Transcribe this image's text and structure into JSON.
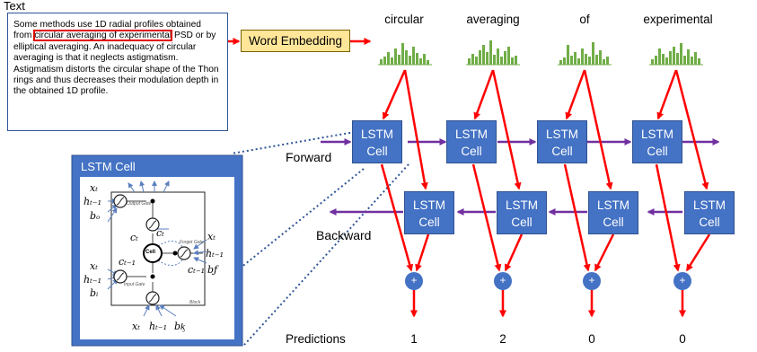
{
  "text_panel": {
    "title": "Text",
    "before": "Some methods use 1D radial profiles obtained from ",
    "highlight": "circular averaging of experimental",
    "after": " PSD or by elliptical averaging. An inadequacy of circular averaging is that it neglects astigmatism. Astigmatism distorts the circular shape of the Thon rings and thus decreases their modulation depth in the obtained 1D profile."
  },
  "embedding": {
    "label": "Word Embedding"
  },
  "words": [
    "circular",
    "averaging",
    "of",
    "experimental"
  ],
  "lstm": {
    "line1": "LSTM",
    "line2": "Cell"
  },
  "labels": {
    "forward": "Forward",
    "backward": "Backward",
    "predictions": "Predictions"
  },
  "predictions": [
    "1",
    "2",
    "0",
    "0"
  ],
  "plus_symbol": "+",
  "cell_detail": {
    "title": "LSTM Cell",
    "cell_label": "Cell",
    "output_gate": "Output Gate",
    "forget_gate": "Forget Gate",
    "input_gate": "Input Gate",
    "block": "Block",
    "symbols": {
      "xt": "xₜ",
      "ht1": "hₜ₋₁",
      "bo": "bₒ",
      "bi": "bᵢ",
      "bf": "bƒ",
      "bc": "bᶄ",
      "ct": "cₜ",
      "ct1": "cₜ₋₁"
    }
  },
  "colors": {
    "lstm_fill": "#4472c4",
    "arrow_red": "#ff0000",
    "arrow_purple": "#7030a0",
    "bar_green": "#70ad47",
    "embedding_fill": "#ffe699",
    "dotted_link": "#2f5597"
  },
  "icons": [
    "histogram-icon",
    "plus-circle-icon",
    "gate-sigmoid-icon"
  ]
}
